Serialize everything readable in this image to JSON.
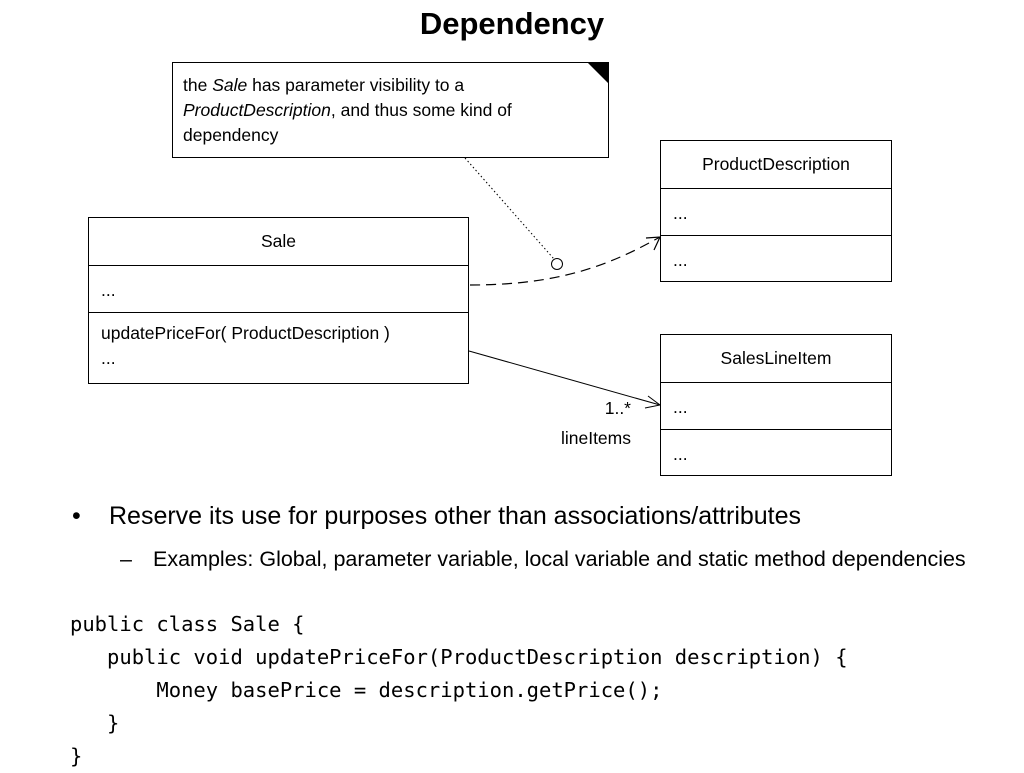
{
  "title": "Dependency",
  "note": {
    "part1": "the ",
    "part2": "Sale",
    "part3": " has parameter visibility to a ",
    "part4": "ProductDescription",
    "part5": ", and thus some kind of dependency"
  },
  "classes": {
    "sale": {
      "name": "Sale",
      "attributes": "...",
      "operation": "updatePriceFor( ProductDescription )",
      "operation_more": "..."
    },
    "product_description": {
      "name": "ProductDescription",
      "attributes": "...",
      "operations": "..."
    },
    "sales_line_item": {
      "name": "SalesLineItem",
      "attributes": "...",
      "operations": "..."
    }
  },
  "association": {
    "multiplicity": "1..*",
    "role": "lineItems"
  },
  "bullets": {
    "main_mark": "•",
    "main": "Reserve its use for purposes other than associations/attributes",
    "sub_mark": "–",
    "sub": "Examples: Global, parameter variable, local variable and static method dependencies"
  },
  "code": [
    "public class Sale {",
    "   public void updatePriceFor(ProductDescription description) {",
    "       Money basePrice = description.getPrice();",
    "   }",
    "}"
  ]
}
